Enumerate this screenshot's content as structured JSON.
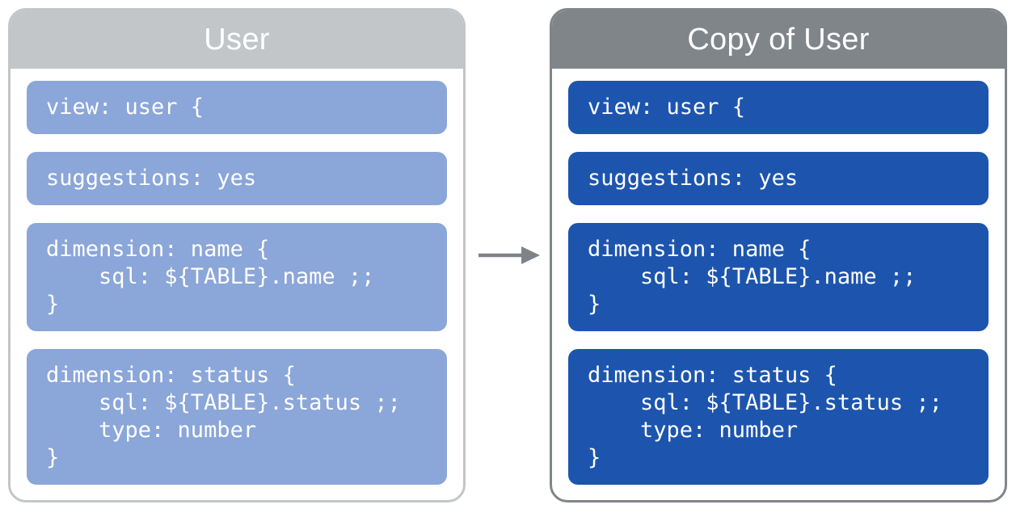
{
  "theme": {
    "background": "#ffffff",
    "left-header": "#c2c6c9",
    "left-border": "#c2c6c9",
    "left-block": "#8ba6d8",
    "right-header": "#80858a",
    "right-border": "#80858a",
    "right-block": "#1d55ae",
    "arrow": "#7e8388",
    "title-text": "#ffffff",
    "code-text": "#ffffff"
  },
  "arrow": {
    "icon": "right-arrow-icon",
    "direction": "left-to-right"
  },
  "panels": [
    {
      "id": "user",
      "title": "User",
      "blocks": [
        {
          "lines": [
            "view: user {"
          ]
        },
        {
          "lines": [
            "suggestions: yes"
          ]
        },
        {
          "lines": [
            "dimension: name {",
            "    sql: ${TABLE}.name ;;",
            "}"
          ]
        },
        {
          "lines": [
            "dimension: status {",
            "    sql: ${TABLE}.status ;;",
            "    type: number",
            "}"
          ]
        }
      ]
    },
    {
      "id": "copy-of-user",
      "title": "Copy of User",
      "blocks": [
        {
          "lines": [
            "view: user {"
          ]
        },
        {
          "lines": [
            "suggestions: yes"
          ]
        },
        {
          "lines": [
            "dimension: name {",
            "    sql: ${TABLE}.name ;;",
            "}"
          ]
        },
        {
          "lines": [
            "dimension: status {",
            "    sql: ${TABLE}.status ;;",
            "    type: number",
            "}"
          ]
        }
      ]
    }
  ]
}
